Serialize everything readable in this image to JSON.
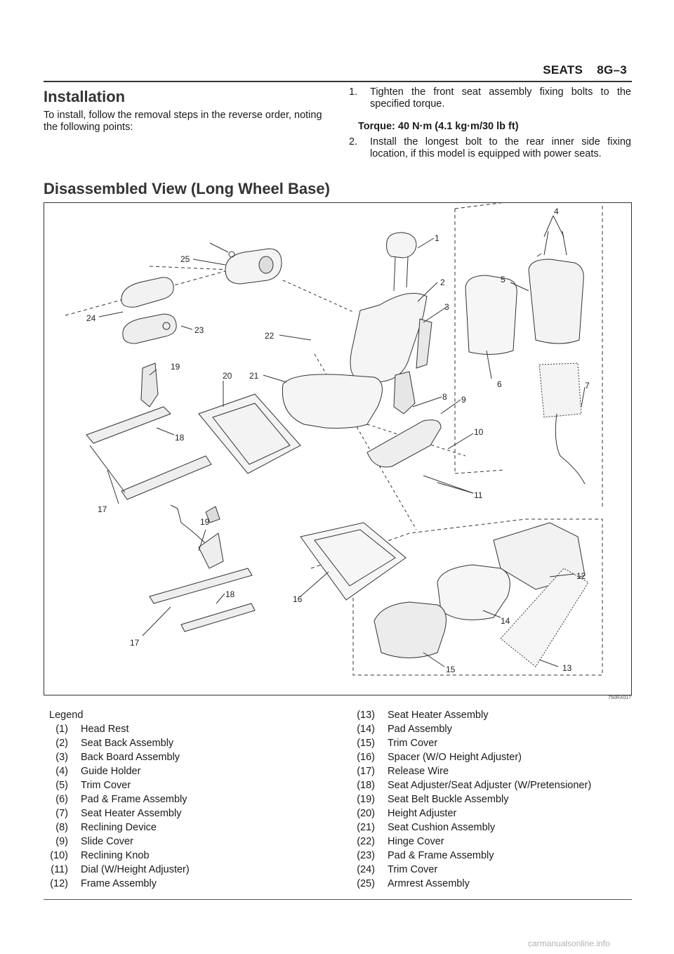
{
  "header": {
    "section": "SEATS",
    "page": "8G–3"
  },
  "installation": {
    "heading": "Installation",
    "intro": "To install, follow the removal steps in the reverse order, noting the following points:",
    "steps": [
      {
        "num": "1.",
        "text": "Tighten the front seat assembly fixing bolts to the specified torque."
      },
      {
        "num": "2.",
        "text": "Install the longest bolt to the rear inner side fixing location, if this model is equipped with power seats."
      }
    ],
    "torque": "Torque: 40 N·m (4.1 kg·m/30 lb ft)"
  },
  "disassembled": {
    "heading": "Disassembled View (Long Wheel Base)",
    "figure_code": "750RX017",
    "callouts": [
      "1",
      "2",
      "3",
      "4",
      "5",
      "6",
      "7",
      "8",
      "9",
      "10",
      "11",
      "12",
      "13",
      "14",
      "15",
      "16",
      "17",
      "18",
      "19",
      "20",
      "21",
      "22",
      "23",
      "24",
      "25",
      "19",
      "18",
      "17"
    ]
  },
  "legend": {
    "title": "Legend",
    "left": [
      {
        "num": "(1)",
        "label": "Head Rest"
      },
      {
        "num": "(2)",
        "label": "Seat Back Assembly"
      },
      {
        "num": "(3)",
        "label": "Back Board Assembly"
      },
      {
        "num": "(4)",
        "label": "Guide Holder"
      },
      {
        "num": "(5)",
        "label": "Trim Cover"
      },
      {
        "num": "(6)",
        "label": "Pad & Frame Assembly"
      },
      {
        "num": "(7)",
        "label": "Seat Heater Assembly"
      },
      {
        "num": "(8)",
        "label": "Reclining Device"
      },
      {
        "num": "(9)",
        "label": "Slide Cover"
      },
      {
        "num": "(10)",
        "label": "Reclining Knob"
      },
      {
        "num": "(11)",
        "label": "Dial (W/Height Adjuster)"
      },
      {
        "num": "(12)",
        "label": "Frame Assembly"
      }
    ],
    "right": [
      {
        "num": "(13)",
        "label": "Seat Heater Assembly"
      },
      {
        "num": "(14)",
        "label": "Pad Assembly"
      },
      {
        "num": "(15)",
        "label": "Trim Cover"
      },
      {
        "num": "(16)",
        "label": "Spacer (W/O Height Adjuster)"
      },
      {
        "num": "(17)",
        "label": "Release Wire"
      },
      {
        "num": "(18)",
        "label": "Seat Adjuster/Seat Adjuster (W/Pretensioner)"
      },
      {
        "num": "(19)",
        "label": "Seat Belt Buckle Assembly"
      },
      {
        "num": "(20)",
        "label": "Height Adjuster"
      },
      {
        "num": "(21)",
        "label": "Seat Cushion Assembly"
      },
      {
        "num": "(22)",
        "label": "Hinge Cover"
      },
      {
        "num": "(23)",
        "label": "Pad & Frame Assembly"
      },
      {
        "num": "(24)",
        "label": "Trim Cover"
      },
      {
        "num": "(25)",
        "label": "Armrest Assembly"
      }
    ]
  },
  "footer": {
    "watermark": "carmanualsonline.info"
  }
}
